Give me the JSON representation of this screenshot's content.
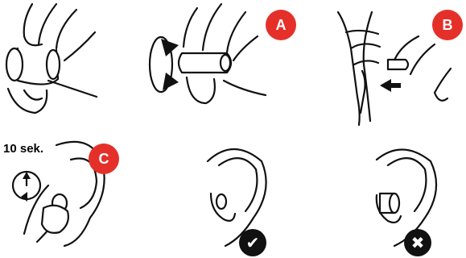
{
  "steps": {
    "a": {
      "badge": "A"
    },
    "b": {
      "badge": "B"
    },
    "c": {
      "badge": "C",
      "duration": "10 sek."
    }
  },
  "results": {
    "correct_icon": "checkmark-icon",
    "correct_glyph": "✔",
    "wrong_icon": "cross-icon",
    "wrong_glyph": "✖"
  },
  "colors": {
    "badge": "#e5302a",
    "result_mark": "#111111",
    "line": "#111111"
  }
}
